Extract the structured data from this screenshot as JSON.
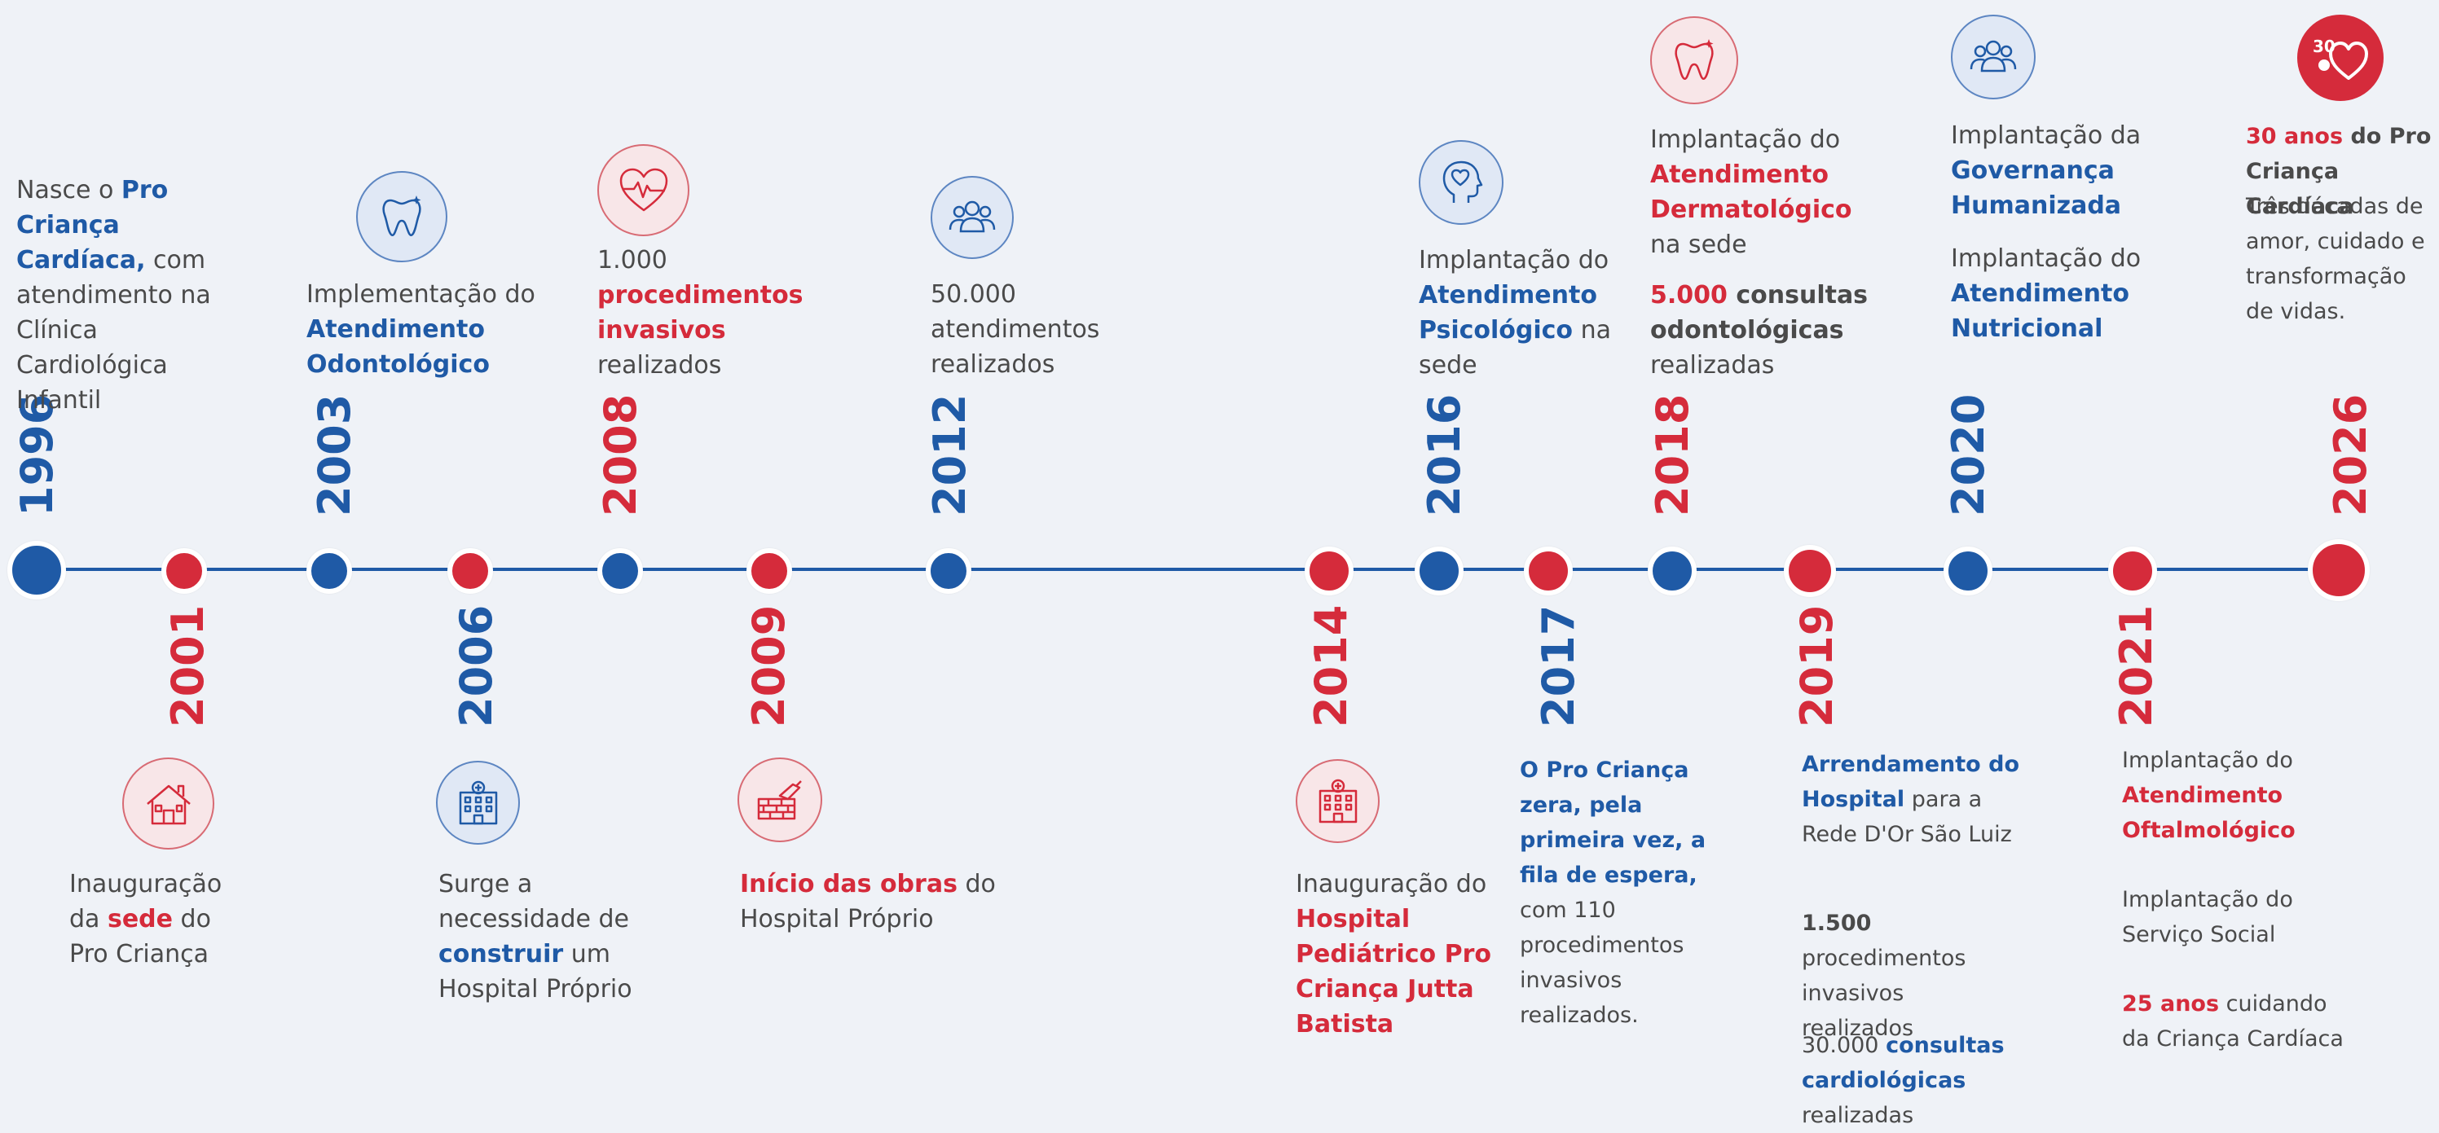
{
  "colors": {
    "blue": "#1f5aa6",
    "red": "#d52b3b",
    "background": "#eff2f7"
  },
  "events": [
    {
      "year": "1996",
      "color": "blue",
      "icon": null,
      "text": [
        [
          "Nasce o ",
          "n"
        ],
        [
          "Pro Criança Cardíaca,",
          "b"
        ],
        [
          " com atendimento na Clínica Cardiológica Infantil",
          "n"
        ]
      ]
    },
    {
      "year": "2001",
      "color": "red",
      "icon": "house-icon",
      "text": [
        [
          "Inauguração da ",
          "n"
        ],
        [
          "sede",
          "r"
        ],
        [
          " do Pro Criança",
          "n"
        ]
      ]
    },
    {
      "year": "2003",
      "color": "blue",
      "icon": "tooth-icon",
      "text": [
        [
          "Implementação do ",
          "n"
        ],
        [
          "Atendimento Odontológico",
          "b"
        ]
      ]
    },
    {
      "year": "2006",
      "color": "blue",
      "icon": "hospital-building-icon",
      "text": [
        [
          "Surge a necessidade de ",
          "n"
        ],
        [
          "construir",
          "b"
        ],
        [
          " um Hospital Próprio",
          "n"
        ]
      ]
    },
    {
      "year": "2008",
      "color": "red",
      "icon": "heart-pulse-icon",
      "text": [
        [
          "1.000 ",
          "n"
        ],
        [
          "procedimentos invasivos",
          "r"
        ],
        [
          " realizados",
          "n"
        ]
      ]
    },
    {
      "year": "2009",
      "color": "red",
      "icon": "brick-trowel-icon",
      "text": [
        [
          "Início das obras",
          "r"
        ],
        [
          " do Hospital Próprio",
          "n"
        ]
      ]
    },
    {
      "year": "2012",
      "color": "blue",
      "icon": "people-group-icon",
      "text": [
        [
          "50.000 atendimentos realizados",
          "n"
        ]
      ]
    },
    {
      "year": "2014",
      "color": "red",
      "icon": "hospital-building-icon",
      "text": [
        [
          "Inauguração do ",
          "n"
        ],
        [
          "Hospital Pediátrico Pro Criança Jutta Batista",
          "r"
        ]
      ]
    },
    {
      "year": "2016",
      "color": "blue",
      "icon": "head-heart-icon",
      "text": [
        [
          "Implantação do ",
          "n"
        ],
        [
          "Atendimento Psicológico",
          "b"
        ],
        [
          " na sede",
          "n"
        ]
      ]
    },
    {
      "year": "2017",
      "color": "blue",
      "icon": null,
      "text": [
        [
          "O Pro Criança zera, pela primeira vez, a fila de espera,",
          "b"
        ],
        [
          " com 110 procedimentos invasivos realizados.",
          "n"
        ]
      ]
    },
    {
      "year": "2018",
      "color": "red",
      "icon": "tooth-icon",
      "text": [
        [
          "Implantação do ",
          "n"
        ],
        [
          "Atendimento Dermatológico",
          "r"
        ],
        [
          " na sede",
          "n"
        ]
      ],
      "text2": [
        [
          "5.000",
          "r"
        ],
        [
          " consultas odontológicas",
          "g"
        ],
        [
          " realizadas",
          "n"
        ]
      ]
    },
    {
      "year": "2019",
      "color": "red",
      "icon": null,
      "text": [
        [
          "Arrendamento do Hospital",
          "b"
        ],
        [
          " para a Rede D'Or São Luiz",
          "n"
        ]
      ],
      "text2": [
        [
          "1.500",
          "g"
        ],
        [
          " procedimentos invasivos realizados",
          "n"
        ]
      ],
      "text3": [
        [
          "30.000 ",
          "n"
        ],
        [
          "consultas cardiológicas",
          "b"
        ],
        [
          " realizadas",
          "n"
        ]
      ]
    },
    {
      "year": "2020",
      "color": "blue",
      "icon": "people-group-icon",
      "text": [
        [
          "Implantação da ",
          "n"
        ],
        [
          "Governança Humanizada",
          "b"
        ]
      ],
      "text2": [
        [
          "Implantação do ",
          "n"
        ],
        [
          "Atendimento Nutricional",
          "b"
        ]
      ]
    },
    {
      "year": "2021",
      "color": "red",
      "icon": null,
      "text": [
        [
          "Implantação do ",
          "n"
        ],
        [
          "Atendimento Oftalmológico",
          "r"
        ]
      ],
      "text2": [
        [
          "Implantação do Serviço Social",
          "n"
        ]
      ],
      "text3": [
        [
          "25 anos",
          "r"
        ],
        [
          " cuidando da Criança Cardíaca",
          "n"
        ]
      ]
    },
    {
      "year": "2026",
      "color": "red",
      "icon": "anniversary-logo-icon",
      "text": [
        [
          "30 anos",
          "r"
        ],
        [
          " do ",
          "g"
        ],
        [
          "Pro Criança Cardíaca",
          "g"
        ]
      ],
      "text2": [
        [
          "Três décadas de amor, cuidado e transformação de vidas.",
          "n"
        ]
      ]
    }
  ]
}
